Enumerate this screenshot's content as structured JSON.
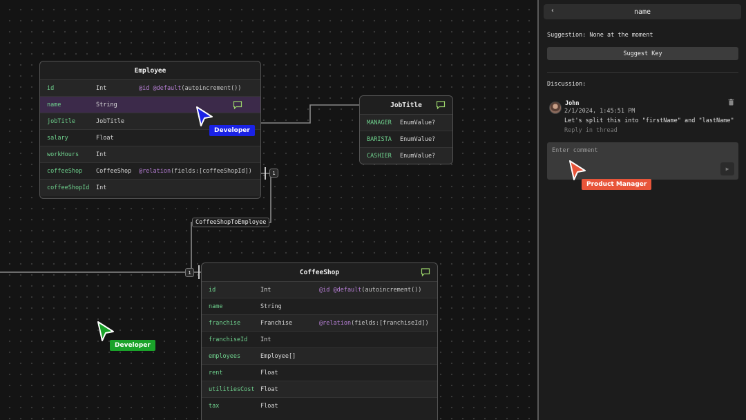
{
  "canvas": {
    "edge_label": "CoffeeShopToEmployee",
    "cardinality_employee": "1",
    "cardinality_coffeeshop": "1"
  },
  "employee": {
    "title": "Employee",
    "rows": [
      {
        "name": "id",
        "type": "Int",
        "attr_kw": "@id @default",
        "attr_rest": "(autoincrement())"
      },
      {
        "name": "name",
        "type": "String",
        "attr_kw": "",
        "attr_rest": ""
      },
      {
        "name": "jobTitle",
        "type": "JobTitle",
        "attr_kw": "",
        "attr_rest": ""
      },
      {
        "name": "salary",
        "type": "Float",
        "attr_kw": "",
        "attr_rest": ""
      },
      {
        "name": "workHours",
        "type": "Int",
        "attr_kw": "",
        "attr_rest": ""
      },
      {
        "name": "coffeeShop",
        "type": "CoffeeShop",
        "attr_kw": "@relation",
        "attr_rest": "(fields:[coffeeShopId])"
      },
      {
        "name": "coffeeShopId",
        "type": "Int",
        "attr_kw": "",
        "attr_rest": ""
      }
    ]
  },
  "jobtitle": {
    "title": "JobTitle",
    "rows": [
      {
        "name": "MANAGER",
        "type": "EnumValue?"
      },
      {
        "name": "BARISTA",
        "type": "EnumValue?"
      },
      {
        "name": "CASHIER",
        "type": "EnumValue?"
      }
    ]
  },
  "coffeeshop": {
    "title": "CoffeeShop",
    "rows": [
      {
        "name": "id",
        "type": "Int",
        "attr_kw": "@id @default",
        "attr_rest": "(autoincrement())"
      },
      {
        "name": "name",
        "type": "String",
        "attr_kw": "",
        "attr_rest": ""
      },
      {
        "name": "franchise",
        "type": "Franchise",
        "attr_kw": "@relation",
        "attr_rest": "(fields:[franchiseId])"
      },
      {
        "name": "franchiseId",
        "type": "Int",
        "attr_kw": "",
        "attr_rest": ""
      },
      {
        "name": "employees",
        "type": "Employee[]",
        "attr_kw": "",
        "attr_rest": ""
      },
      {
        "name": "rent",
        "type": "Float",
        "attr_kw": "",
        "attr_rest": ""
      },
      {
        "name": "utilitiesCost",
        "type": "Float",
        "attr_kw": "",
        "attr_rest": ""
      },
      {
        "name": "tax",
        "type": "Float",
        "attr_kw": "",
        "attr_rest": ""
      }
    ]
  },
  "cursors": [
    {
      "label": "Developer",
      "color": "#1a22e6"
    },
    {
      "label": "Developer",
      "color": "#1aa32a"
    },
    {
      "label": "Product Manager",
      "color": "#e8553a"
    }
  ],
  "panel": {
    "title": "name",
    "back_icon": "‹",
    "suggestion": "Suggestion: None at the moment",
    "suggest_button": "Suggest Key",
    "discussion_label": "Discussion:",
    "comment": {
      "author": "John",
      "time": "2/1/2024, 1:45:51 PM",
      "text": "Let's split this into \"firstName\" and \"lastName\"",
      "reply": "Reply in thread"
    },
    "input_placeholder": "Enter comment",
    "send_icon": "▶"
  },
  "colors": {
    "field_name": "#6fd28e",
    "keyword": "#b77fd6",
    "selected_row": "#3c2a4a",
    "comment_icon": "#9bd36b"
  }
}
